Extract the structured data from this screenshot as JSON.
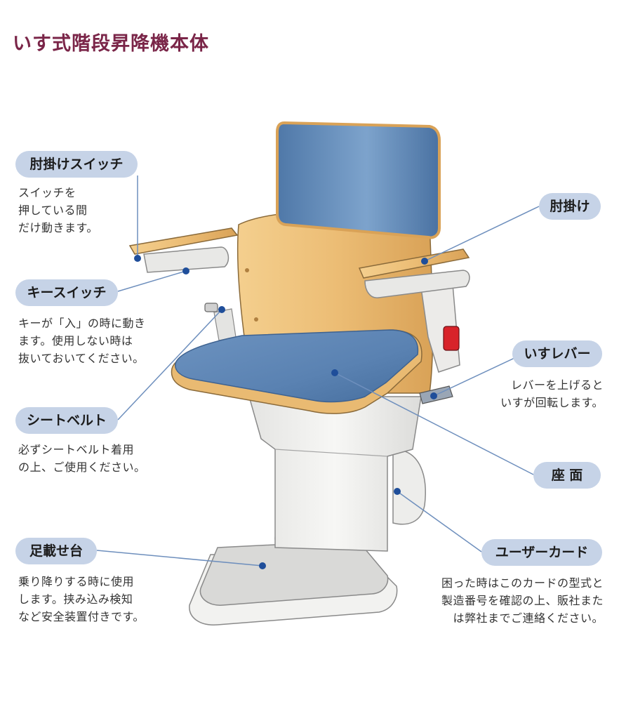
{
  "title": "いす式階段昇降機本体",
  "colors": {
    "title": "#7a2548",
    "pill_bg": "#c6d3e7",
    "leader": "#6e8fbd",
    "dot": "#1f4e9a",
    "cushion": "#5f86b4",
    "wood": "#e9ba72",
    "body": "#f0f0ee"
  },
  "callouts": [
    {
      "label": "肘掛けスイッチ",
      "description": "スイッチを\n押している間\nだけ動きます。"
    },
    {
      "label": "キースイッチ",
      "description": "キーが「入」の時に動き\nます。使用しない時は\n抜いておいてください。"
    },
    {
      "label": "シートベルト",
      "description": "必ずシートベルト着用\nの上、ご使用ください。"
    },
    {
      "label": "足載せ台",
      "description": "乗り降りする時に使用\nします。挟み込み検知\nなど安全装置付きです。"
    },
    {
      "label": "肘掛け",
      "description": ""
    },
    {
      "label": "いすレバー",
      "description": "レバーを上げると\nいすが回転します。"
    },
    {
      "label": "座 面",
      "description": ""
    },
    {
      "label": "ユーザーカード",
      "description": "困った時はこのカードの型式と\n製造番号を確認の上、販社また\nは弊社までご連絡ください。"
    }
  ]
}
